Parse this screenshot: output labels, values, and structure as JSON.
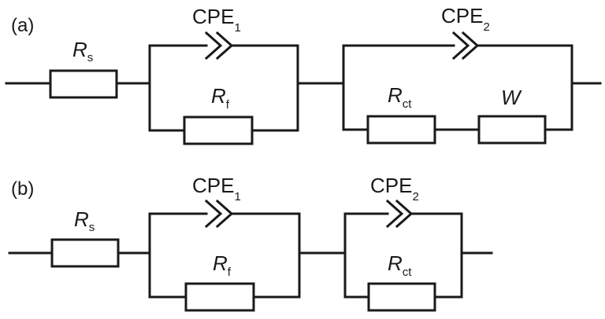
{
  "panels": [
    {
      "label": "(a)",
      "components": {
        "rs": {
          "main": "R",
          "sub": "s"
        },
        "cpe1": {
          "main": "CPE",
          "sub": "1"
        },
        "rf": {
          "main": "R",
          "sub": "f"
        },
        "cpe2": {
          "main": "CPE",
          "sub": "2"
        },
        "rct": {
          "main": "R",
          "sub": "ct"
        },
        "w": {
          "main": "W"
        }
      }
    },
    {
      "label": "(b)",
      "components": {
        "rs": {
          "main": "R",
          "sub": "s"
        },
        "cpe1": {
          "main": "CPE",
          "sub": "1"
        },
        "rf": {
          "main": "R",
          "sub": "f"
        },
        "cpe2": {
          "main": "CPE",
          "sub": "2"
        },
        "rct": {
          "main": "R",
          "sub": "ct"
        }
      }
    }
  ]
}
